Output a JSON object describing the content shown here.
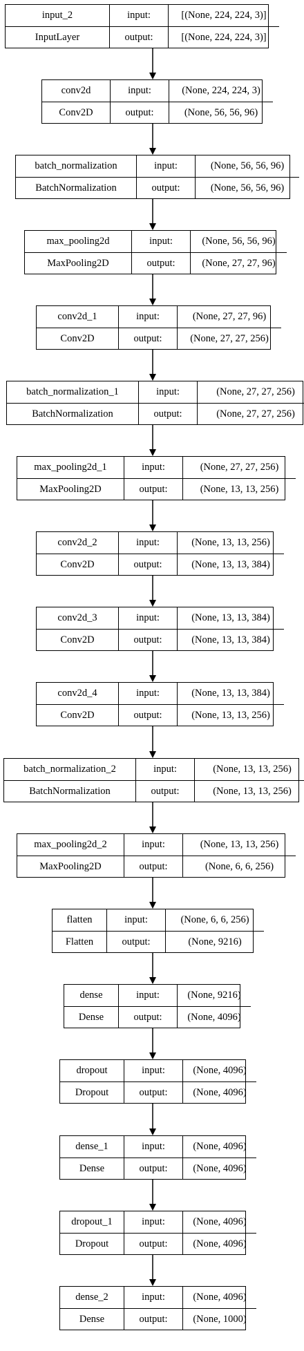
{
  "diagram": {
    "nodes": [
      {
        "name": "input_2",
        "type": "InputLayer",
        "input": "[(None, 224, 224, 3)]",
        "output": "[(None, 224, 224, 3)]"
      },
      {
        "name": "conv2d",
        "type": "Conv2D",
        "input": "(None, 224, 224, 3)",
        "output": "(None, 56, 56, 96)"
      },
      {
        "name": "batch_normalization",
        "type": "BatchNormalization",
        "input": "(None, 56, 56, 96)",
        "output": "(None, 56, 56, 96)"
      },
      {
        "name": "max_pooling2d",
        "type": "MaxPooling2D",
        "input": "(None, 56, 56, 96)",
        "output": "(None, 27, 27, 96)"
      },
      {
        "name": "conv2d_1",
        "type": "Conv2D",
        "input": "(None, 27, 27, 96)",
        "output": "(None, 27, 27, 256)"
      },
      {
        "name": "batch_normalization_1",
        "type": "BatchNormalization",
        "input": "(None, 27, 27, 256)",
        "output": "(None, 27, 27, 256)"
      },
      {
        "name": "max_pooling2d_1",
        "type": "MaxPooling2D",
        "input": "(None, 27, 27, 256)",
        "output": "(None, 13, 13, 256)"
      },
      {
        "name": "conv2d_2",
        "type": "Conv2D",
        "input": "(None, 13, 13, 256)",
        "output": "(None, 13, 13, 384)"
      },
      {
        "name": "conv2d_3",
        "type": "Conv2D",
        "input": "(None, 13, 13, 384)",
        "output": "(None, 13, 13, 384)"
      },
      {
        "name": "conv2d_4",
        "type": "Conv2D",
        "input": "(None, 13, 13, 384)",
        "output": "(None, 13, 13, 256)"
      },
      {
        "name": "batch_normalization_2",
        "type": "BatchNormalization",
        "input": "(None, 13, 13, 256)",
        "output": "(None, 13, 13, 256)"
      },
      {
        "name": "max_pooling2d_2",
        "type": "MaxPooling2D",
        "input": "(None, 13, 13, 256)",
        "output": "(None, 6, 6, 256)"
      },
      {
        "name": "flatten",
        "type": "Flatten",
        "input": "(None, 6, 6, 256)",
        "output": "(None, 9216)"
      },
      {
        "name": "dense",
        "type": "Dense",
        "input": "(None, 9216)",
        "output": "(None, 4096)"
      },
      {
        "name": "dropout",
        "type": "Dropout",
        "input": "(None, 4096)",
        "output": "(None, 4096)"
      },
      {
        "name": "dense_1",
        "type": "Dense",
        "input": "(None, 4096)",
        "output": "(None, 4096)"
      },
      {
        "name": "dropout_1",
        "type": "Dropout",
        "input": "(None, 4096)",
        "output": "(None, 4096)"
      },
      {
        "name": "dense_2",
        "type": "Dense",
        "input": "(None, 4096)",
        "output": "(None, 1000)"
      }
    ],
    "labels": {
      "input": "input:",
      "output": "output:"
    }
  }
}
